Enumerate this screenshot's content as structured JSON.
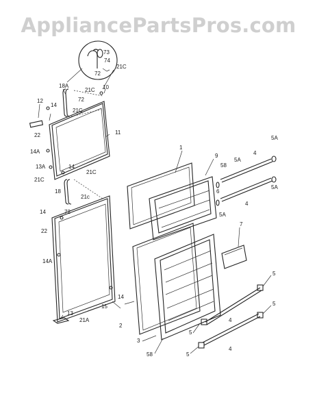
{
  "watermark": "AppliancePartsPros.com",
  "labels": {
    "l73": "73",
    "l74": "74",
    "l72a": "72",
    "l21c_a": "21C",
    "l18a": "18A",
    "l21c_b": "21C",
    "l10": "10",
    "l72b": "72",
    "l21c_c": "21C",
    "l12": "12",
    "l14a": "14",
    "l11": "11",
    "l22a": "22",
    "l14A_a": "14A",
    "l13a": "13A",
    "l14b": "14",
    "l21c_d": "21C",
    "l21c_e": "21C",
    "l18": "18",
    "l21c_f": "21c",
    "l72c": "72",
    "l14c": "14",
    "l22b": "22",
    "l14A_b": "14A",
    "l14d": "14",
    "l15": "15",
    "l13": "13",
    "l21A": "21A",
    "l1": "1",
    "l9": "9",
    "l58a": "58",
    "l5A_a": "5A",
    "l4a": "4",
    "l5A_b": "5A",
    "l5A_c": "5A",
    "l4b": "4",
    "l6": "6",
    "l5A_d": "5A",
    "l7": "7",
    "l5a": "5",
    "l5b": "5",
    "l4c": "4",
    "l2": "2",
    "l3": "3",
    "l5c": "5",
    "l5d": "5",
    "l58b": "58",
    "l4d": "4"
  }
}
